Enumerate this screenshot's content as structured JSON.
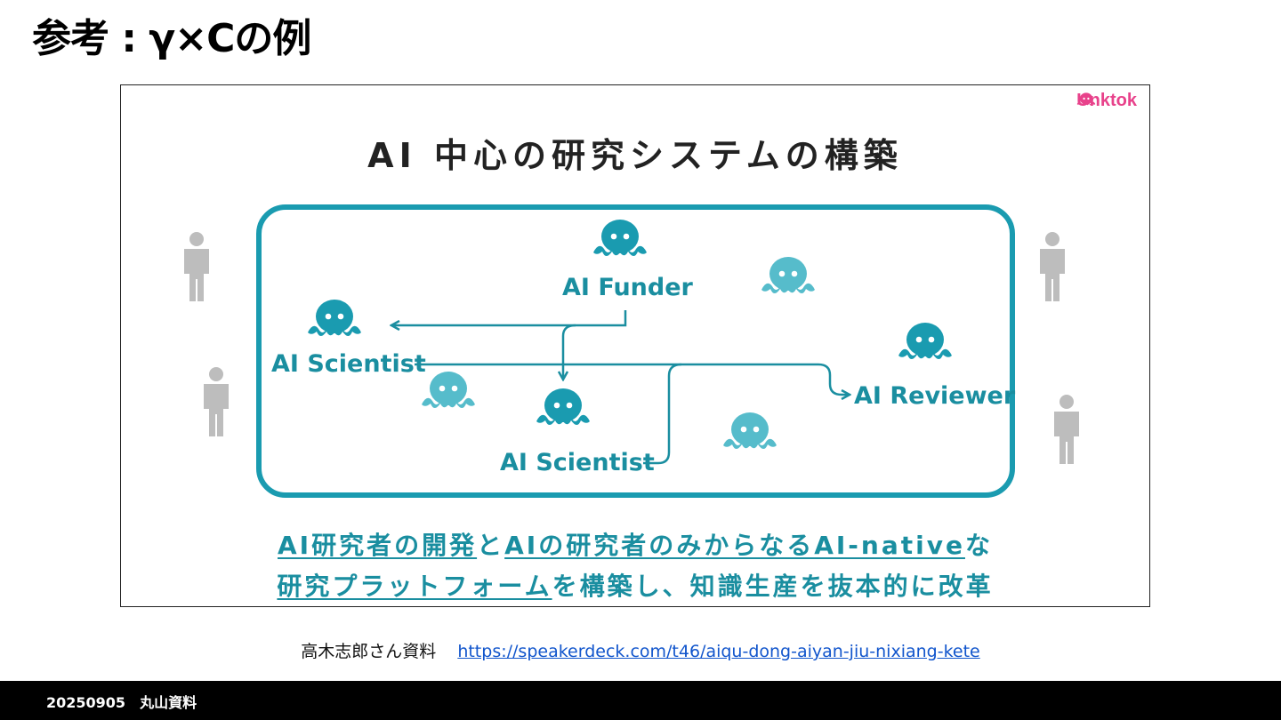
{
  "slide": {
    "title": "参考 : γ×Cの例",
    "source_label": "高木志郎さん資料",
    "source_url": "https://speakerdeck.com/t46/aiqu-dong-aiyan-jiu-nixiang-kete",
    "footer": "20250905　丸山資料"
  },
  "figure": {
    "brand": "Unktok",
    "title": "AI 中心の研究システムの構築",
    "nodes": {
      "funder": "AI Funder",
      "scientist_left": "AI Scientist",
      "scientist_bottom": "AI Scientist",
      "reviewer": "AI Reviewer"
    },
    "caption": {
      "l1_a": "AI研究者の開発",
      "l1_b": "と",
      "l1_c": "AIの研究者のみからなるAI-native",
      "l1_d": "な",
      "l2_a": "研究プラットフォーム",
      "l2_b": "を構築し、知識生産を抜本的に改革"
    },
    "colors": {
      "accent": "#1a8ea0",
      "octopus": "#1a9bb0",
      "octopus_light": "#56bccb",
      "human": "#bdbdbd",
      "brand": "#e8428b"
    }
  }
}
